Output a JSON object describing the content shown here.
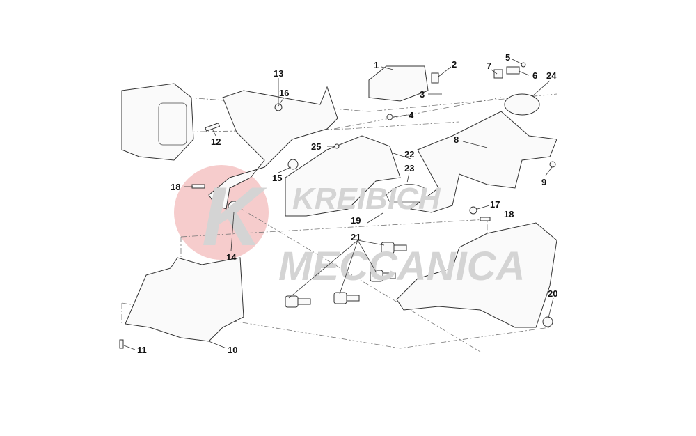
{
  "watermark": {
    "line1": "KREIBICH",
    "line2": "MECCANICA",
    "logo_color": "#f2b8b8"
  },
  "callouts": [
    {
      "num": "1"
    },
    {
      "num": "2"
    },
    {
      "num": "3"
    },
    {
      "num": "4"
    },
    {
      "num": "5"
    },
    {
      "num": "6"
    },
    {
      "num": "7"
    },
    {
      "num": "24"
    },
    {
      "num": "8"
    },
    {
      "num": "9"
    },
    {
      "num": "13"
    },
    {
      "num": "16"
    },
    {
      "num": "12"
    },
    {
      "num": "25"
    },
    {
      "num": "22"
    },
    {
      "num": "23"
    },
    {
      "num": "15"
    },
    {
      "num": "18"
    },
    {
      "num": "14"
    },
    {
      "num": "17"
    },
    {
      "num": "18"
    },
    {
      "num": "19"
    },
    {
      "num": "21"
    },
    {
      "num": "20"
    },
    {
      "num": "11"
    },
    {
      "num": "10"
    }
  ]
}
